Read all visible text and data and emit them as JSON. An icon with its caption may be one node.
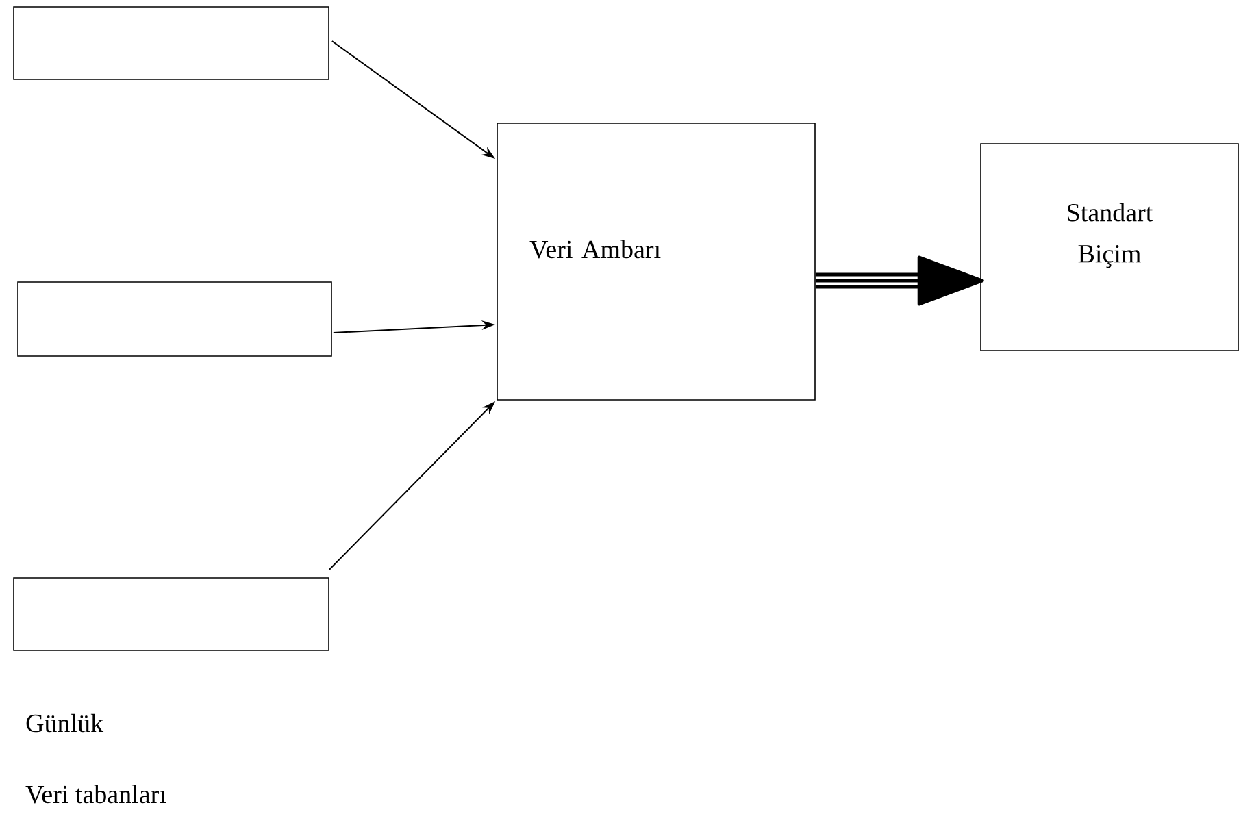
{
  "diagram": {
    "nodes": [
      {
        "text": [],
        "shape": "box"
      },
      {
        "text": [],
        "shape": "box"
      },
      {
        "text": [],
        "shape": "box"
      },
      {
        "text": [
          "Veri Ambarı"
        ]
      },
      {
        "text": [
          "Standart Biçim"
        ]
      }
    ],
    "edges": [
      {
        "from": 0,
        "to": 3,
        "arrow": "to"
      },
      {
        "from": 1,
        "to": 3,
        "arrow": "to"
      },
      {
        "from": 2,
        "to": 3,
        "arrow": "to"
      },
      {
        "from": 3,
        "to": 4,
        "arrow": "to",
        "style": "thick"
      }
    ],
    "labels": [
      "Günlük",
      "Veri tabanları"
    ]
  }
}
